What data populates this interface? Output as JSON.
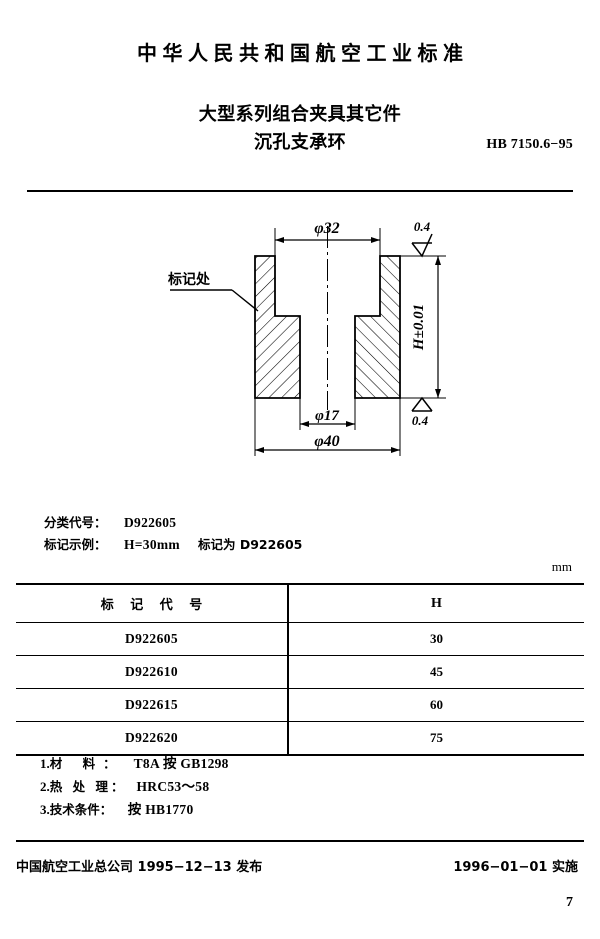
{
  "header": {
    "national_title": "中华人民共和国航空工业标准",
    "title_line1": "大型系列组合夹具其它件",
    "title_line2": "沉孔支承环",
    "standard_number": "HB 7150.6−95"
  },
  "drawing": {
    "label_mark_point": "标记处",
    "dim_outer_diameter": "φ40",
    "dim_counterbore_diameter": "φ32",
    "dim_bore_diameter": "φ17",
    "dim_height": "H±0.01",
    "roughness_top": "0.4",
    "roughness_bottom": "0.4"
  },
  "spec": {
    "class_code_label": "分类代号：",
    "class_code_value": "D922605",
    "mark_example_label": "标记示例：",
    "mark_example_value": "H=30mm",
    "mark_example_suffix": "标记为 D922605"
  },
  "table": {
    "unit": "mm",
    "columns": [
      "标 记 代 号",
      "H"
    ],
    "rows": [
      {
        "code": "D922605",
        "h": "30"
      },
      {
        "code": "D922610",
        "h": "45"
      },
      {
        "code": "D922615",
        "h": "60"
      },
      {
        "code": "D922620",
        "h": "75"
      }
    ]
  },
  "notes": [
    {
      "num": "1.",
      "label": "材  料：",
      "value": "T8A 按 GB1298"
    },
    {
      "num": "2.",
      "label": "热 处 理：",
      "value": "HRC53～58"
    },
    {
      "num": "3.",
      "label": "技术条件：",
      "value": "按 HB1770"
    }
  ],
  "footer": {
    "issuer": "中国航空工业总公司 1995−12−13 发布",
    "effective": "1996−01−01 实施",
    "page_number": "7"
  }
}
